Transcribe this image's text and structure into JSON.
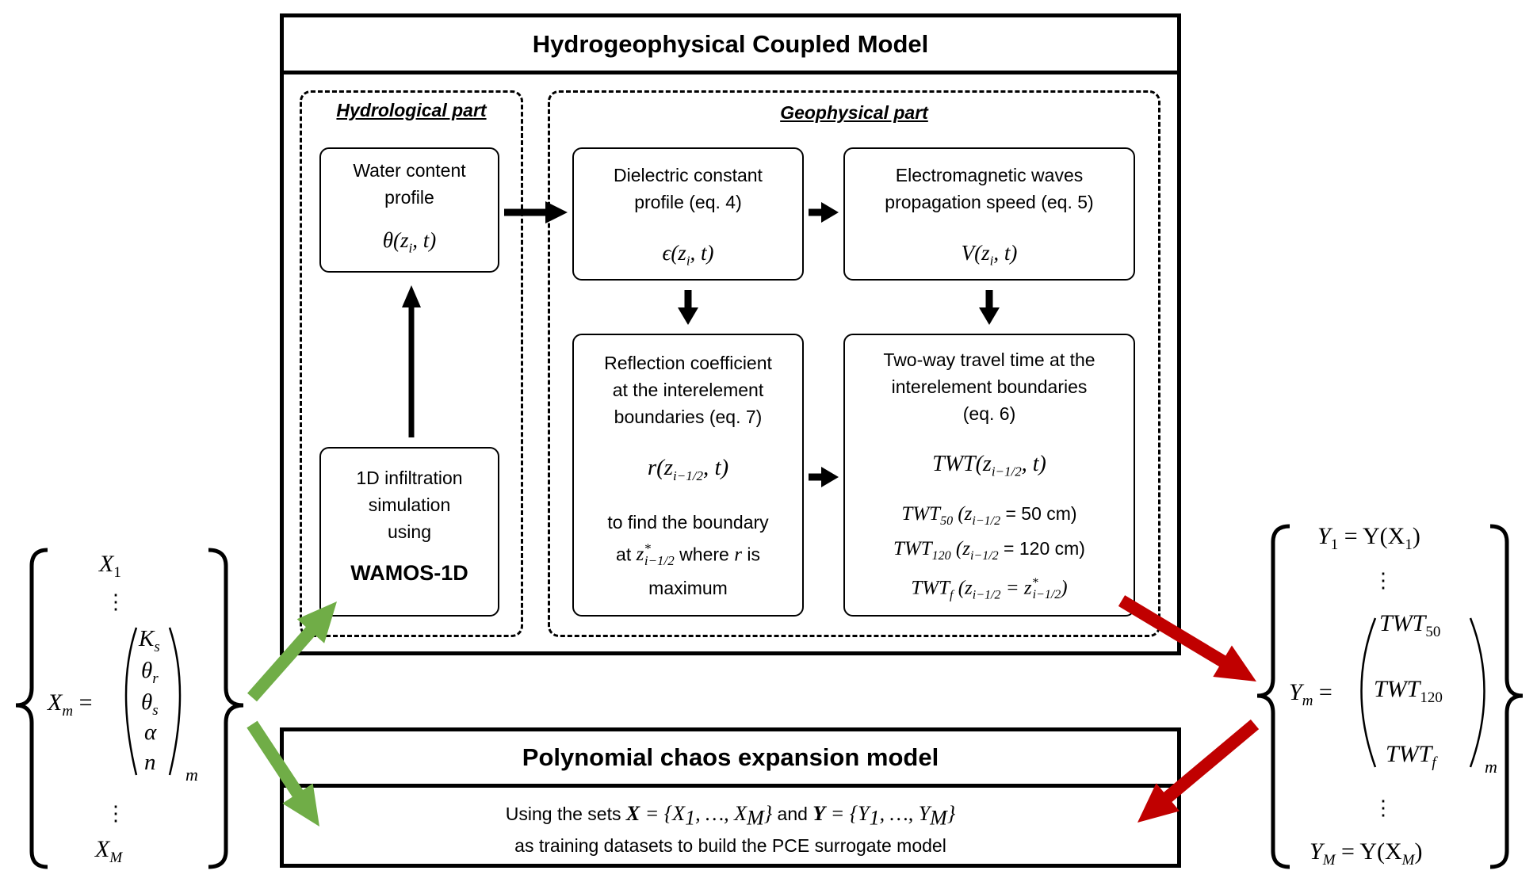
{
  "coupled_model": {
    "title": "Hydrogeophysical Coupled Model",
    "hydrological": {
      "label": "Hydrological part",
      "water_content": {
        "line1": "Water content",
        "line2": "profile",
        "formula": "θ(z",
        "formula_sub": "i",
        "formula_end": ", t)"
      },
      "infiltration": {
        "line1": "1D infiltration",
        "line2": "simulation",
        "line3": "using",
        "software": "WAMOS-1D"
      }
    },
    "geophysical": {
      "label": "Geophysical part",
      "dielectric": {
        "line1": "Dielectric constant",
        "line2": "profile (eq. 4)",
        "formula": "ϵ(z",
        "formula_sub": "i",
        "formula_end": ", t)"
      },
      "em_waves": {
        "line1": "Electromagnetic waves",
        "line2": "propagation speed (eq. 5)",
        "formula": "V(z",
        "formula_sub": "i",
        "formula_end": ", t)"
      },
      "reflection": {
        "line1": "Reflection coefficient",
        "line2": "at the interelement",
        "line3": "boundaries (eq. 7)",
        "formula": "r(z",
        "formula_sub": "i−1/2",
        "formula_end": ", t)",
        "note1": "to find the boundary",
        "note2_pre": "at ",
        "note2_var": "z",
        "note2_sup": "*",
        "note2_sub": "i−1/2",
        "note2_mid": " where ",
        "note2_r": "r",
        "note2_post": " is",
        "note3": "maximum"
      },
      "twt": {
        "line1": "Two-way travel time at the",
        "line2": "interelement boundaries",
        "line3": "(eq. 6)",
        "formula": "TWT(z",
        "formula_sub": "i−1/2",
        "formula_end": ", t)",
        "outputs": [
          {
            "name": "TWT",
            "sub": "50",
            "cond": "(z",
            "cond_sub": "i−1/2",
            "eq": " = ",
            "value": "50 cm)"
          },
          {
            "name": "TWT",
            "sub": "120",
            "cond": "  (z",
            "cond_sub": "i−1/2",
            "eq": " = ",
            "value": "120 cm)"
          },
          {
            "name": "TWT",
            "sub": "f",
            "cond": " (z",
            "cond_sub": "i−1/2",
            "eq": " = z",
            "value_sup": "*",
            "value_sub": "i−1/2",
            "value": ")"
          }
        ]
      }
    }
  },
  "pce_model": {
    "title": "Polynomial chaos expansion model",
    "line1_pre": "Using the sets ",
    "x_set": "X",
    "x_eq": " = {X",
    "x_sub1": "1",
    "x_mid": ", …, X",
    "x_subM": "M",
    "x_close": "}",
    "and": " and ",
    "y_set": "Y",
    "y_eq": " = {Y",
    "y_sub1": "1",
    "y_mid": ", …, Y",
    "y_subM": "M",
    "y_close": "}",
    "line2": "as training datasets to build the PCE surrogate model"
  },
  "input_set": {
    "first": "X",
    "first_sub": "1",
    "dots": "⋮",
    "xm": "X",
    "xm_sub": "m",
    "equals": "=",
    "params": [
      {
        "sym": "K",
        "sub": "s"
      },
      {
        "sym": "θ",
        "sub": "r"
      },
      {
        "sym": "θ",
        "sub": "s"
      },
      {
        "sym": "α",
        "sub": ""
      },
      {
        "sym": "n",
        "sub": ""
      }
    ],
    "vector_sub": "m",
    "last": "X",
    "last_sub": "M"
  },
  "output_set": {
    "first": "Y",
    "first_sub": "1",
    "first_rhs": " = Y(X",
    "first_rhs_sub": "1",
    "first_close": ")",
    "dots": "⋮",
    "ym": "Y",
    "ym_sub": "m",
    "equals": "=",
    "outputs": [
      {
        "sym": "TWT",
        "sub": "50"
      },
      {
        "sym": "TWT",
        "sub": "120"
      },
      {
        "sym": "TWT",
        "sub": "f"
      }
    ],
    "vector_sub": "m",
    "last": "Y",
    "last_sub": "M",
    "last_rhs": " = Y(X",
    "last_rhs_sub": "M",
    "last_close": ")"
  },
  "colors": {
    "input_arrow": "#70ad47",
    "output_arrow": "#c00000",
    "flow_arrow": "#000000"
  }
}
